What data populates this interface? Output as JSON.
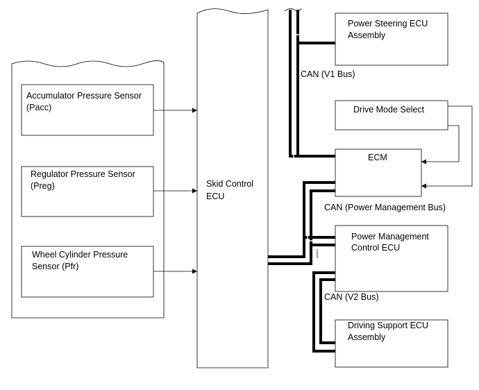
{
  "sensors": [
    {
      "line1": "Accumulator Pressure Sensor",
      "line2": "(Pacc)"
    },
    {
      "line1": "Regulator Pressure Sensor",
      "line2": "(Preg)"
    },
    {
      "line1": "Wheel Cylinder Pressure",
      "line2": "Sensor (Pfr)"
    }
  ],
  "skid_control_ecu": {
    "line1": "Skid Control",
    "line2": "ECU"
  },
  "ecus": {
    "power_steering": {
      "line1": "Power Steering ECU",
      "line2": "Assembly"
    },
    "drive_mode_select": "Drive Mode Select",
    "ecm": "ECM",
    "power_management": {
      "line1": "Power Management",
      "line2": "Control ECU"
    },
    "driving_support": {
      "line1": "Driving Support ECU",
      "line2": "Assembly"
    }
  },
  "bus_labels": {
    "v1": "CAN (V1 Bus)",
    "power_management": "CAN (Power Management Bus)",
    "v2": "CAN (V2 Bus)"
  }
}
